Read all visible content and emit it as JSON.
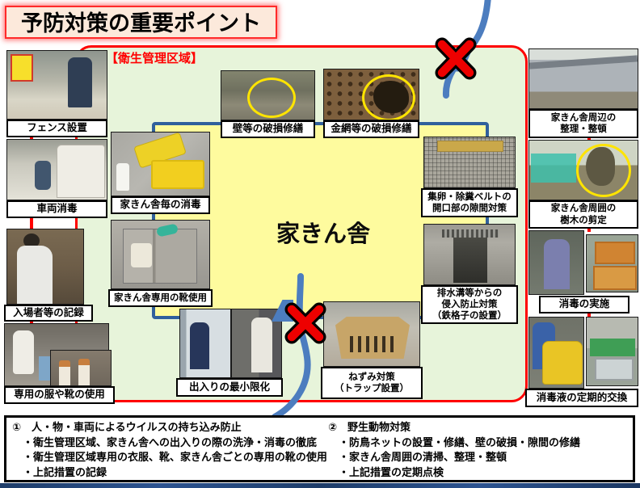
{
  "title": "予防対策の重要ポイント",
  "zone_label": "【衛生管理区域】",
  "center_label": "家きん舎",
  "photos": {
    "fence": {
      "caption": "フェンス設置"
    },
    "vehicle": {
      "caption": "車両消毒"
    },
    "visitor_record": {
      "caption": "入場者等の記録"
    },
    "dedicated_clothes": {
      "caption": "専用の服や靴の使用"
    },
    "house_disinfection": {
      "caption": "家きん舎毎の消毒"
    },
    "house_boots": {
      "caption": "家きん舎専用の靴使用"
    },
    "wall_repair": {
      "caption": "壁等の破損修繕"
    },
    "mesh_repair": {
      "caption": "金網等の破損修繕"
    },
    "belt_gap": {
      "line1": "集卵・除糞ベルトの",
      "line2": "開口部の隙間対策"
    },
    "drain": {
      "line1": "排水溝等からの",
      "line2": "侵入防止対策",
      "line3": "（鉄格子の設置）"
    },
    "entry_min": {
      "caption": "出入りの最小限化"
    },
    "rat_trap": {
      "line1": "ねずみ対策",
      "line2": "（トラップ設置）"
    },
    "surroundings": {
      "line1": "家きん舎周辺の",
      "line2": "整理・整頓"
    },
    "tree_pruning": {
      "line1": "家きん舎周囲の",
      "line2": "樹木の剪定"
    },
    "disinfection_impl": {
      "caption": "消毒の実施"
    },
    "solution_replace": {
      "caption": "消毒液の定期的交換"
    }
  },
  "notes": {
    "item1": {
      "heading": "①　人・物・車両によるウイルスの持ち込み防止",
      "bullets": [
        "・衛生管理区域、家きん舎への出入りの際の洗浄・消毒の徹底",
        "・衛生管理区域専用の衣服、靴、家きん舎ごとの専用の靴の使用",
        "・上記措置の記録"
      ]
    },
    "item2": {
      "heading": "②　野生動物対策",
      "bullets": [
        "・防鳥ネットの設置・修繕、壁の破損・隙間の修繕",
        "・家きん舎周囲の清掃、整理・整頓",
        "・上記措置の定期点検"
      ]
    }
  },
  "symbols": {
    "blocked_intrusion_x": "red-x-mark",
    "intrusion_arrow": "blue-curved-arrow"
  },
  "colors": {
    "zone_border_red": "#ff0000",
    "zone_green": "#e7f4da",
    "house_yellow": "#fefb9e",
    "house_border_navy": "#31609c",
    "arrow_blue": "#4c7dbf",
    "title_bg_peach": "#fce9db",
    "highlight_circle_yellow": "#ffe400",
    "bottom_bar_navy": "#1d3c68"
  }
}
